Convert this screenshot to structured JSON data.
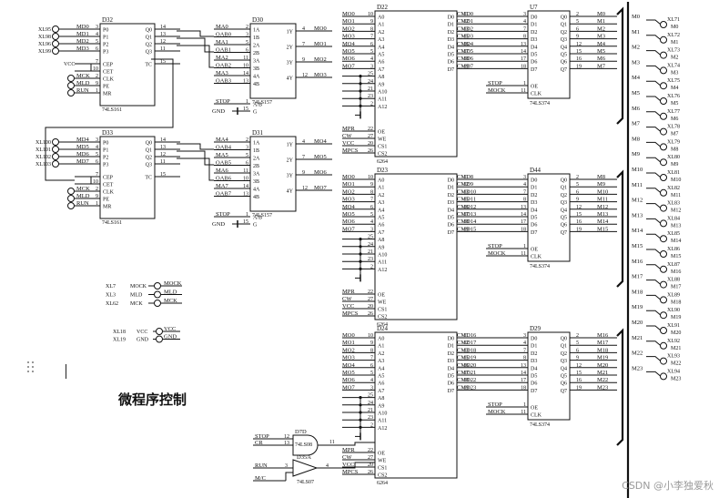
{
  "caption": "微程序控制",
  "watermark": "CSDN @小李独爱秋",
  "chips": {
    "D32": {
      "name": "D32",
      "type": "74LS161",
      "pins_left": [
        "P0",
        "P1",
        "P2",
        "P3",
        "CEP",
        "CET",
        "CLK",
        "PE",
        "MR"
      ],
      "pins_right": [
        "Q0",
        "Q1",
        "Q2",
        "Q3",
        "TC"
      ],
      "nums_left": [
        "3",
        "4",
        "5",
        "6",
        "7",
        "10",
        "2",
        "9",
        "1"
      ],
      "nums_right": [
        "14",
        "13",
        "12",
        "11",
        "15"
      ]
    },
    "D33": {
      "name": "D33",
      "type": "74LS161",
      "pins_left": [
        "P0",
        "P1",
        "P2",
        "P3",
        "CEP",
        "CET",
        "CLK",
        "PE",
        "MR"
      ],
      "pins_right": [
        "Q0",
        "Q1",
        "Q2",
        "Q3",
        "TC"
      ],
      "nums_left": [
        "3",
        "4",
        "5",
        "6",
        "7",
        "10",
        "2",
        "9",
        "1"
      ],
      "nums_right": [
        "14",
        "13",
        "12",
        "11",
        "15"
      ]
    },
    "D30": {
      "name": "D30",
      "type": "74LS157",
      "pins_left": [
        "1A",
        "1B",
        "2A",
        "2B",
        "3A",
        "3B",
        "4A",
        "4B"
      ],
      "pins_right": [
        "1Y",
        "2Y",
        "3Y",
        "4Y"
      ],
      "nums_left": [
        "2",
        "3",
        "5",
        "6",
        "11",
        "10",
        "14",
        "13"
      ],
      "nums_right": [
        "4",
        "7",
        "9",
        "12"
      ],
      "ctrl": [
        "A/B",
        "G"
      ],
      "ctrl_nums": [
        "1",
        "15"
      ]
    },
    "D31": {
      "name": "D31",
      "type": "74LS157",
      "pins_left": [
        "1A",
        "1B",
        "2A",
        "2B",
        "3A",
        "3B",
        "4A",
        "4B"
      ],
      "pins_right": [
        "1Y",
        "2Y",
        "3Y",
        "4Y"
      ],
      "nums_left": [
        "2",
        "3",
        "5",
        "6",
        "11",
        "10",
        "14",
        "13"
      ],
      "nums_right": [
        "4",
        "7",
        "9",
        "12"
      ],
      "ctrl": [
        "A/B",
        "G"
      ],
      "ctrl_nums": [
        "1",
        "15"
      ]
    },
    "D22": {
      "name": "D22",
      "type": "6264"
    },
    "D23": {
      "name": "D23",
      "type": "6264"
    },
    "D24": {
      "name": "D24",
      "type": "6264"
    },
    "U7": {
      "name": "U7",
      "type": "74LS374"
    },
    "D44": {
      "name": "D44",
      "type": "74LS374"
    },
    "D29": {
      "name": "D29",
      "type": "74LS374"
    },
    "D7D": {
      "name": "D7D",
      "type": "74LS08"
    },
    "D35A": {
      "name": "D35A",
      "type": "74LS07"
    }
  },
  "pinsets": {
    "ram_addr_pins": [
      "A0",
      "A1",
      "A2",
      "A3",
      "A4",
      "A5",
      "A6",
      "A7",
      "A8",
      "A9",
      "A10",
      "A11",
      "A12"
    ],
    "ram_addr_nums": [
      "10",
      "9",
      "8",
      "7",
      "6",
      "5",
      "4",
      "3",
      "25",
      "24",
      "21",
      "23",
      "2"
    ],
    "ram_data_pins": [
      "D0",
      "D1",
      "D2",
      "D3",
      "D4",
      "D5",
      "D6",
      "D7"
    ],
    "ram_data_nums": [
      "11",
      "12",
      "13",
      "15",
      "16",
      "17",
      "18",
      "19"
    ],
    "ram_ctrl_pins": [
      "OE",
      "WE",
      "CS1",
      "CS2"
    ],
    "ram_ctrl_nums": [
      "22",
      "27",
      "20",
      "26"
    ],
    "latch_in_pins": [
      "D0",
      "D1",
      "D2",
      "D3",
      "D4",
      "D5",
      "D6",
      "D7"
    ],
    "latch_in_nums": [
      "3",
      "4",
      "7",
      "8",
      "13",
      "14",
      "17",
      "18"
    ],
    "latch_out_pins": [
      "Q0",
      "Q1",
      "Q2",
      "Q3",
      "Q4",
      "Q5",
      "Q6",
      "Q7"
    ],
    "latch_out_nums": [
      "2",
      "5",
      "6",
      "9",
      "12",
      "15",
      "16",
      "19"
    ],
    "latch_ctrl": [
      "OE",
      "CLK"
    ],
    "latch_ctrl_nums": [
      "1",
      "11"
    ]
  },
  "labels": {
    "d32_in": [
      "MD0",
      "MD1",
      "MD2",
      "MD3"
    ],
    "d32_xl": [
      "XL95",
      "XL98",
      "XL96",
      "XL99"
    ],
    "d33_in": [
      "MD4",
      "MD5",
      "MD6",
      "MD7"
    ],
    "d33_xl": [
      "XL100",
      "XL101",
      "XL102",
      "XL103"
    ],
    "d32_ctrl": [
      "VCC",
      "MCK",
      "MLD",
      "RUN"
    ],
    "d33_ctrl": [
      "MCK",
      "MLD",
      "RUN"
    ],
    "oab1": [
      "MA0",
      "OAB0",
      "MA1",
      "OAB1",
      "MA2",
      "OAB2",
      "MA3",
      "OAB3"
    ],
    "oab2": [
      "MA4",
      "OAB4",
      "MA5",
      "OAB5",
      "MA6",
      "OAB6",
      "MA7",
      "OAB7"
    ],
    "mux_out1": [
      "MO0",
      "MO1",
      "MO2",
      "MO3"
    ],
    "mux_out2": [
      "MO4",
      "MO5",
      "MO6",
      "MO7"
    ],
    "stop": "STOP",
    "gnd": "GND",
    "vcc": "VCC",
    "ram_in": [
      "MO0",
      "MO1",
      "MO2",
      "MO3",
      "MO4",
      "MO5",
      "MO6",
      "MO7"
    ],
    "ram_ctrl_in": [
      "MPR",
      "CW",
      "VCC",
      "MPCS"
    ],
    "cmd_u7": [
      "CMD0",
      "CMD1",
      "CMD2",
      "CMD3",
      "CMD4",
      "CMD5",
      "CMD6",
      "CMD7"
    ],
    "cmd_d44": [
      "CMD8",
      "CMD9",
      "CMD10",
      "CMD11",
      "CMD12",
      "CMD13",
      "CMD14",
      "CMD15"
    ],
    "cmd_d29": [
      "CMD16",
      "CMD17",
      "CMD18",
      "CMD19",
      "CMD20",
      "CMD21",
      "CMD22",
      "CMD23"
    ],
    "m_u7": [
      "M0",
      "M1",
      "M2",
      "M3",
      "M4",
      "M5",
      "M6",
      "M7"
    ],
    "m_d44": [
      "M8",
      "M9",
      "M10",
      "M11",
      "M12",
      "M13",
      "M14",
      "M15"
    ],
    "m_d29": [
      "M16",
      "M17",
      "M18",
      "M19",
      "M20",
      "M21",
      "M22",
      "M23"
    ],
    "mock": "MOCK",
    "right_m": [
      "M0",
      "M1",
      "M2",
      "M3",
      "M4",
      "M5",
      "M6",
      "M7",
      "M8",
      "M9",
      "M10",
      "M11",
      "M12",
      "M13",
      "M14",
      "M15",
      "M16",
      "M17",
      "M18",
      "M19",
      "M20",
      "M21",
      "M22",
      "M23"
    ],
    "right_xl": [
      "XL71",
      "XL72",
      "XL73",
      "XL74",
      "XL75",
      "XL76",
      "XL77",
      "XL78",
      "XL79",
      "XL80",
      "XL81",
      "XL82",
      "XL83",
      "XL84",
      "XL85",
      "XL86",
      "XL87",
      "XL88",
      "XL89",
      "XL90",
      "XL91",
      "XL92",
      "XL93",
      "XL94"
    ],
    "conn_left": [
      [
        "XL7",
        "MOCK"
      ],
      [
        "XL3",
        "MLD"
      ],
      [
        "XL62",
        "MCK"
      ]
    ],
    "conn_right": [
      "MOCK",
      "MLD",
      "MCK"
    ],
    "pwr_left": [
      [
        "XL18",
        "VCC"
      ],
      [
        "XL19",
        "GND"
      ]
    ],
    "pwr_right": [
      "VCC",
      "GND"
    ],
    "gate_in": [
      "STOP",
      "CR",
      "RUN",
      "M/C"
    ],
    "gate_nums": [
      "12",
      "13",
      "11",
      "3",
      "4"
    ]
  }
}
